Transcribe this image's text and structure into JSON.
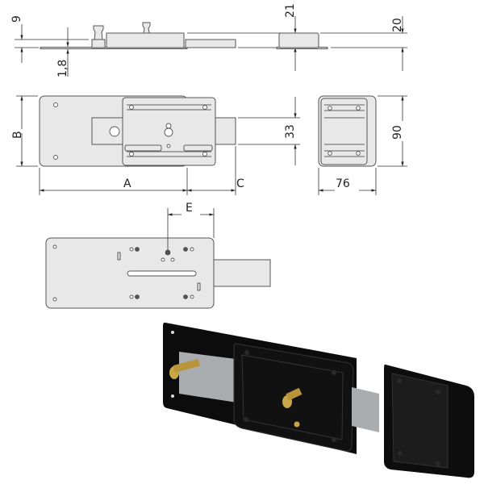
{
  "dimensions": {
    "plate_thickness": "9",
    "plate_offset": "1,8",
    "case_height": "21",
    "keeper_height": "20",
    "height_label": "B",
    "bolt_width": "33",
    "keeper_width_height": "90",
    "length_label": "A",
    "bolt_throw_label": "C",
    "keeper_width": "76",
    "backset_label": "E"
  },
  "colors": {
    "drawing_fill": "#e8e8e8",
    "lock_body": "#111111",
    "bolt": "#a9adb0",
    "brass": "#c9a646"
  }
}
